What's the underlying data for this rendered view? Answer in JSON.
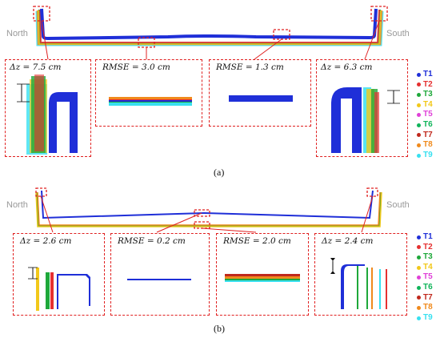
{
  "colors": {
    "box_border": "#e02020",
    "T1": "#1f2fd8",
    "T2": "#e53030",
    "T3": "#1ea83a",
    "T4": "#f2c81a",
    "T5": "#e040d8",
    "T6": "#10b45a",
    "T7": "#c0281c",
    "T8": "#f08a1c",
    "T9": "#38e0f0"
  },
  "panels": [
    {
      "id": "a",
      "side_left": "North",
      "side_right": "South",
      "caption": "(a)",
      "insets": [
        {
          "label": "Δz = 7.5 cm"
        },
        {
          "label": "RMSE = 3.0 cm"
        },
        {
          "label": "RMSE = 1.3 cm"
        },
        {
          "label": "Δz = 6.3 cm"
        }
      ]
    },
    {
      "id": "b",
      "side_left": "North",
      "side_right": "South",
      "caption": "(b)",
      "insets": [
        {
          "label": "Δz = 2.6 cm"
        },
        {
          "label": "RMSE = 0.2 cm"
        },
        {
          "label": "RMSE = 2.0 cm"
        },
        {
          "label": "Δz = 2.4 cm"
        }
      ]
    }
  ],
  "legend": [
    "T1",
    "T2",
    "T3",
    "T4",
    "T5",
    "T6",
    "T7",
    "T8",
    "T9"
  ]
}
